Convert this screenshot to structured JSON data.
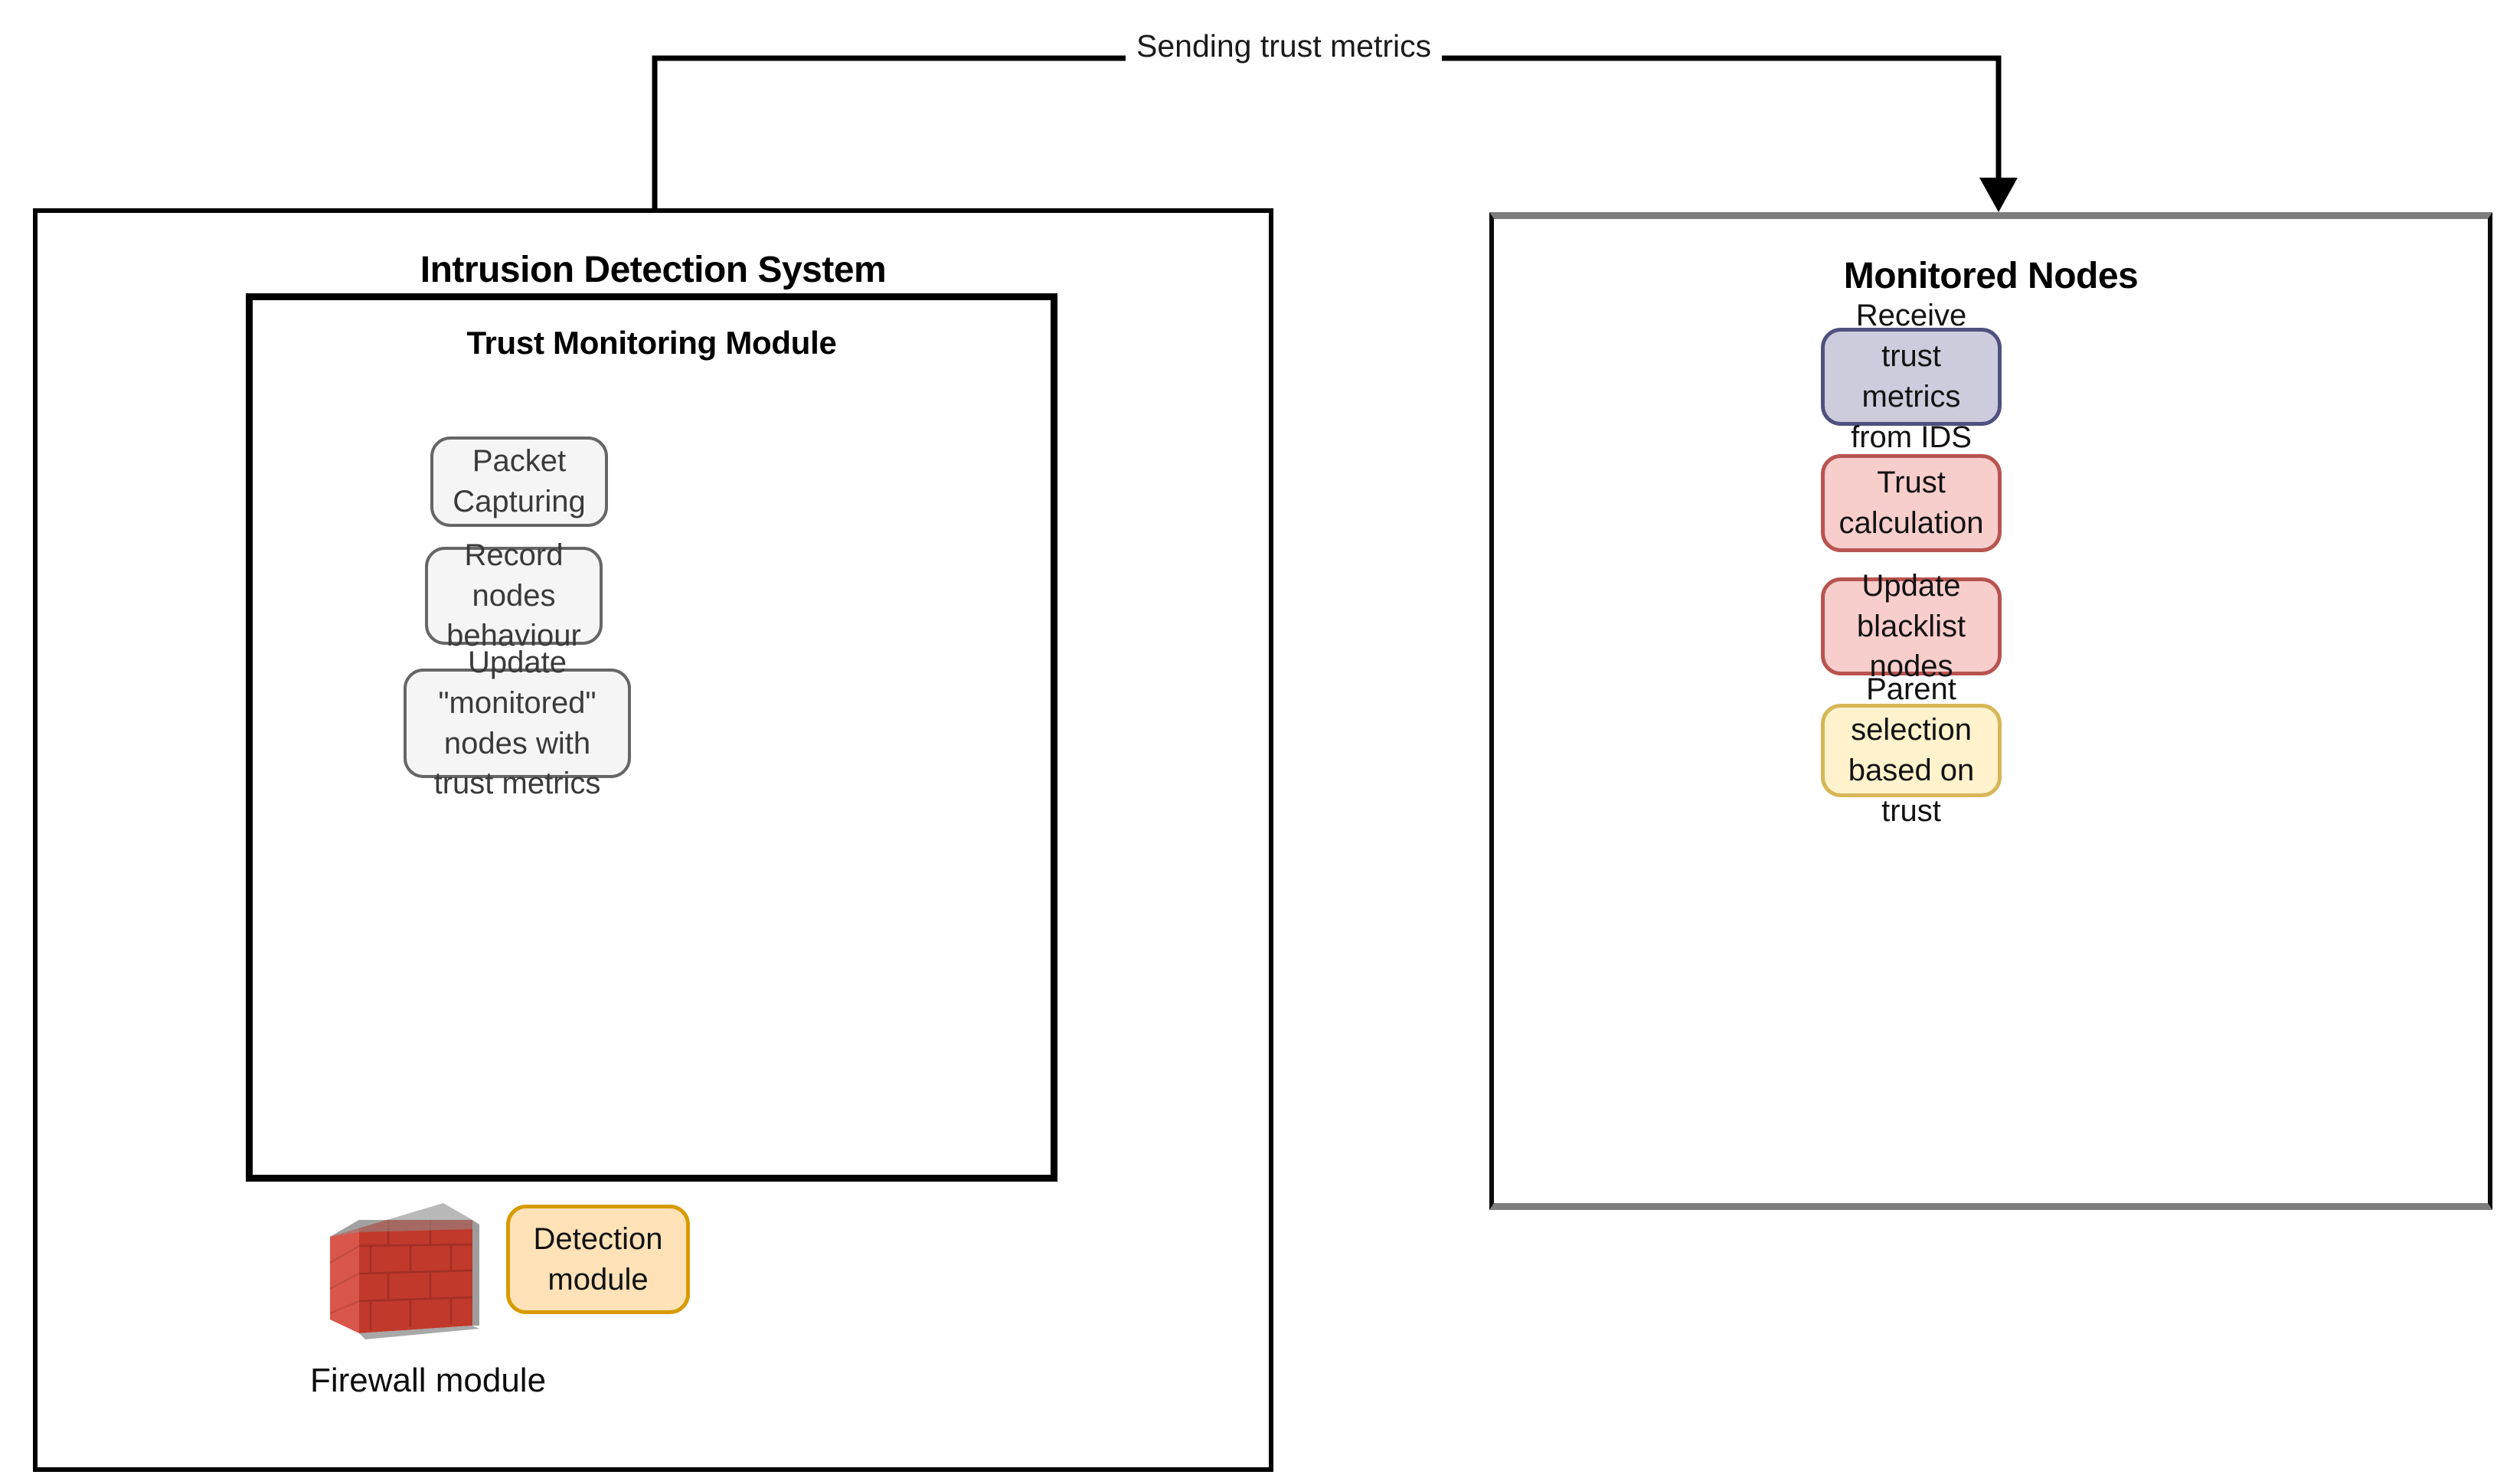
{
  "connector": {
    "label": "Sending trust metrics",
    "direction": "ids-to-monitored-nodes",
    "line_color": "#000000"
  },
  "ids_panel": {
    "title": "Intrusion Detection System",
    "border_color": "#000000",
    "trust_module": {
      "title": "Trust Monitoring Module",
      "border_color": "#000000",
      "steps": [
        {
          "label": "Packet Capturing",
          "fill": "#f5f5f5",
          "stroke": "#666666"
        },
        {
          "label": "Record nodes behaviour",
          "fill": "#f5f5f5",
          "stroke": "#666666"
        },
        {
          "label": "Update \"monitored\" nodes with trust metrics",
          "fill": "#f5f5f5",
          "stroke": "#666666"
        }
      ]
    },
    "firewall": {
      "icon": "brick-wall-icon",
      "label": "Firewall module",
      "brick_color": "#c0392b",
      "cap_color": "#b3b3b3"
    },
    "detection_module": {
      "label": "Detection module",
      "fill": "#ffe2b8",
      "stroke": "#d79b00"
    }
  },
  "monitored_nodes_panel": {
    "title": "Monitored Nodes",
    "border_color": "#7d7d7d",
    "steps": [
      {
        "label": "Receive trust metrics from IDS",
        "fill": "#ccccdd",
        "stroke": "#50517f"
      },
      {
        "label": "Trust calculation",
        "fill": "#f8cecc",
        "stroke": "#b85450"
      },
      {
        "label": "Update blacklist nodes",
        "fill": "#f8cecc",
        "stroke": "#b85450"
      },
      {
        "label": "Parent selection based on trust",
        "fill": "#fff2cc",
        "stroke": "#d6b656"
      }
    ]
  }
}
